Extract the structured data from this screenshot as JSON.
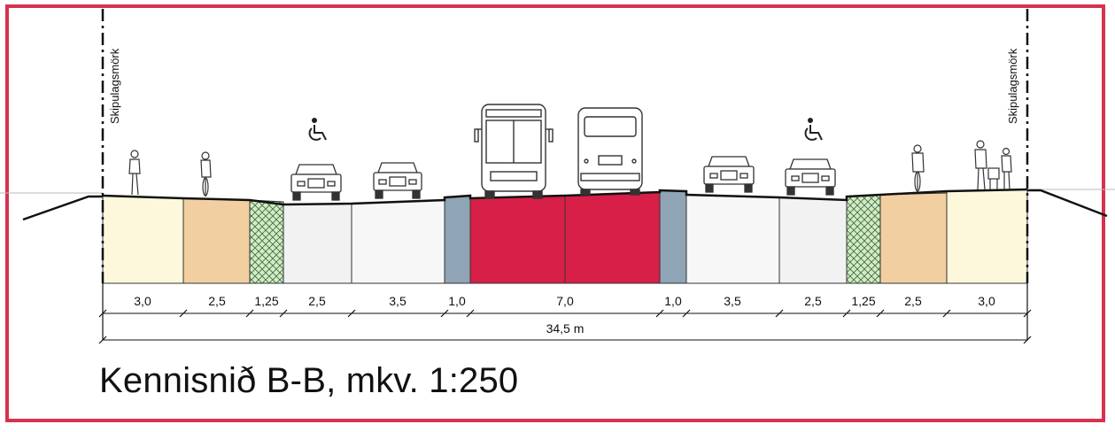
{
  "title": "Kennisnið B-B, mkv. 1:250",
  "boundary_label": "Skipulagsmörk",
  "total_width": "34,5 m",
  "segments": [
    {
      "width": "3,0",
      "kind": "sidewalk",
      "color": "#fdf8dc"
    },
    {
      "width": "2,5",
      "kind": "bike-path",
      "color": "#f2cfa0"
    },
    {
      "width": "1,25",
      "kind": "green-strip",
      "color": "#cfe8c4"
    },
    {
      "width": "2,5",
      "kind": "parking",
      "color": "#f2f2f2"
    },
    {
      "width": "3,5",
      "kind": "driving-lane",
      "color": "#f7f7f7"
    },
    {
      "width": "1,0",
      "kind": "separator",
      "color": "#8fa4b4"
    },
    {
      "width": "7,0",
      "kind": "bus-lanes",
      "color": "#d81f47"
    },
    {
      "width": "1,0",
      "kind": "separator",
      "color": "#8fa4b4"
    },
    {
      "width": "3,5",
      "kind": "driving-lane",
      "color": "#f7f7f7"
    },
    {
      "width": "2,5",
      "kind": "parking",
      "color": "#f2f2f2"
    },
    {
      "width": "1,25",
      "kind": "green-strip",
      "color": "#cfe8c4"
    },
    {
      "width": "2,5",
      "kind": "bike-path",
      "color": "#f2cfa0"
    },
    {
      "width": "3,0",
      "kind": "sidewalk",
      "color": "#fdf8dc"
    }
  ],
  "icons": [
    "pedestrian-icon",
    "cyclist-icon",
    "wheelchair-icon",
    "car-icon",
    "car-icon",
    "bus-front-icon",
    "bus-rear-icon",
    "car-icon",
    "car-icon",
    "wheelchair-icon",
    "cyclist-icon",
    "pedestrians-with-stroller-icon"
  ],
  "colors": {
    "frame": "#d6324f",
    "bus_lane": "#d81f47",
    "separator": "#8fa4b4",
    "sidewalk": "#fdf8dc",
    "bike_path": "#f2cfa0",
    "green_strip": "#cfe8c4"
  }
}
